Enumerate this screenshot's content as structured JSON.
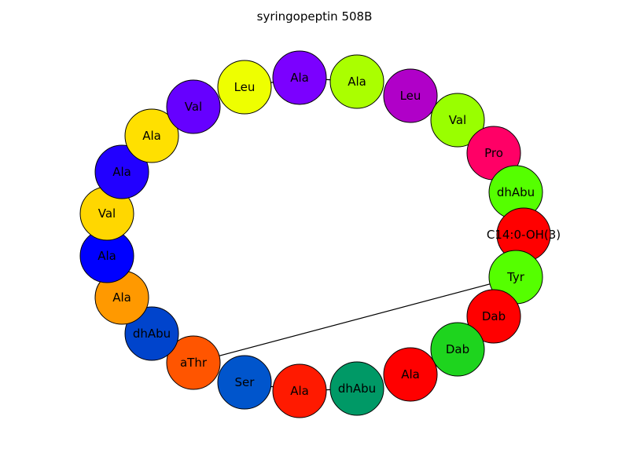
{
  "title": "syringopeptin 508B",
  "nodes": [
    {
      "id": "n1",
      "label": "Ala",
      "color": "#7B00FF"
    },
    {
      "id": "n2",
      "label": "Ala",
      "color": "#AAFF00"
    },
    {
      "id": "n3",
      "label": "Leu",
      "color": "#B000C8"
    },
    {
      "id": "n4",
      "label": "Val",
      "color": "#99FF00"
    },
    {
      "id": "n5",
      "label": "Pro",
      "color": "#FF0066"
    },
    {
      "id": "n6",
      "label": "dhAbu",
      "color": "#55FF00"
    },
    {
      "id": "n7",
      "label": "C14:0-OH(3)",
      "color": "#FF0000"
    },
    {
      "id": "n8",
      "label": "Tyr",
      "color": "#55FF00"
    },
    {
      "id": "n9",
      "label": "Dab",
      "color": "#FF0000"
    },
    {
      "id": "n10",
      "label": "Dab",
      "color": "#1ED41E"
    },
    {
      "id": "n11",
      "label": "Ala",
      "color": "#FF0000"
    },
    {
      "id": "n12",
      "label": "dhAbu",
      "color": "#009966"
    },
    {
      "id": "n13",
      "label": "Ala",
      "color": "#FF1A00"
    },
    {
      "id": "n14",
      "label": "Ser",
      "color": "#0055CC"
    },
    {
      "id": "n15",
      "label": "aThr",
      "color": "#FF5500"
    },
    {
      "id": "n16",
      "label": "dhAbu",
      "color": "#0044CC"
    },
    {
      "id": "n17",
      "label": "Ala",
      "color": "#FF9900"
    },
    {
      "id": "n18",
      "label": "Ala",
      "color": "#0000FF"
    },
    {
      "id": "n19",
      "label": "Val",
      "color": "#FFD700"
    },
    {
      "id": "n20",
      "label": "Ala",
      "color": "#2200FF"
    },
    {
      "id": "n21",
      "label": "Ala",
      "color": "#FFE000"
    },
    {
      "id": "n22",
      "label": "Val",
      "color": "#6600FF"
    },
    {
      "id": "n23",
      "label": "Leu",
      "color": "#EEFF00"
    }
  ],
  "edges": [
    {
      "from": "n23",
      "to": "n1"
    },
    {
      "from": "n1",
      "to": "n2"
    },
    {
      "from": "n14",
      "to": "n13"
    },
    {
      "from": "n13",
      "to": "n12"
    },
    {
      "from": "n15",
      "to": "n8"
    }
  ]
}
